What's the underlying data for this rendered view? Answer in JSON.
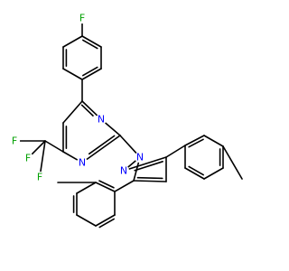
{
  "molecule": {
    "atoms": [
      {
        "id": "F1",
        "label": "F",
        "color": "#00a000"
      },
      {
        "id": "N1",
        "label": "N",
        "color": "#0000ff"
      },
      {
        "id": "N2",
        "label": "N",
        "color": "#0000ff"
      },
      {
        "id": "N3",
        "label": "N",
        "color": "#0000ff"
      },
      {
        "id": "N4",
        "label": "N",
        "color": "#0000ff"
      },
      {
        "id": "F2",
        "label": "F",
        "color": "#00a000"
      },
      {
        "id": "F3",
        "label": "F",
        "color": "#00a000"
      },
      {
        "id": "F4",
        "label": "F",
        "color": "#00a000"
      }
    ],
    "bond_color": "#000000"
  }
}
